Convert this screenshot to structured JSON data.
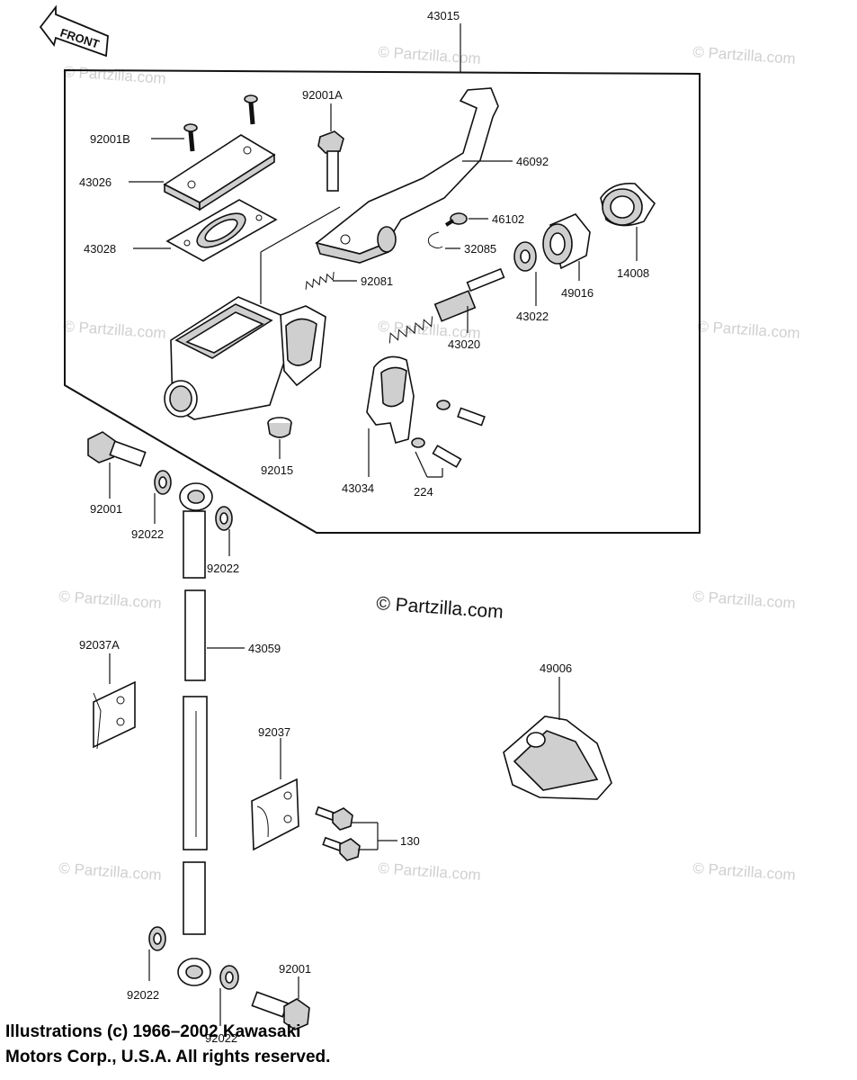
{
  "front_arrow": "FRONT",
  "watermarks": {
    "small": "© Partzilla.com",
    "center": "© Partzilla.com"
  },
  "part_labels": {
    "p43015": "43015",
    "p92001A": "92001A",
    "p92001B": "92001B",
    "p43026": "43026",
    "p43028": "43028",
    "p46092": "46092",
    "p46102": "46102",
    "p32085": "32085",
    "p14008": "14008",
    "p49016": "49016",
    "p43022": "43022",
    "p92081": "92081",
    "p43020": "43020",
    "p92015": "92015",
    "p43034": "43034",
    "p224": "224",
    "p92001_top": "92001",
    "p92022_a": "92022",
    "p92022_b": "92022",
    "p92037A": "92037A",
    "p43059": "43059",
    "p49006": "49006",
    "p92037": "92037",
    "p130": "130",
    "p92022_c": "92022",
    "p92001_bottom": "92001",
    "p92022_d": "92022"
  },
  "copyright": {
    "line1": "Illustrations (c) 1966–2002 Kawasaki",
    "line2": "Motors Corp., U.S.A.  All rights reserved."
  }
}
